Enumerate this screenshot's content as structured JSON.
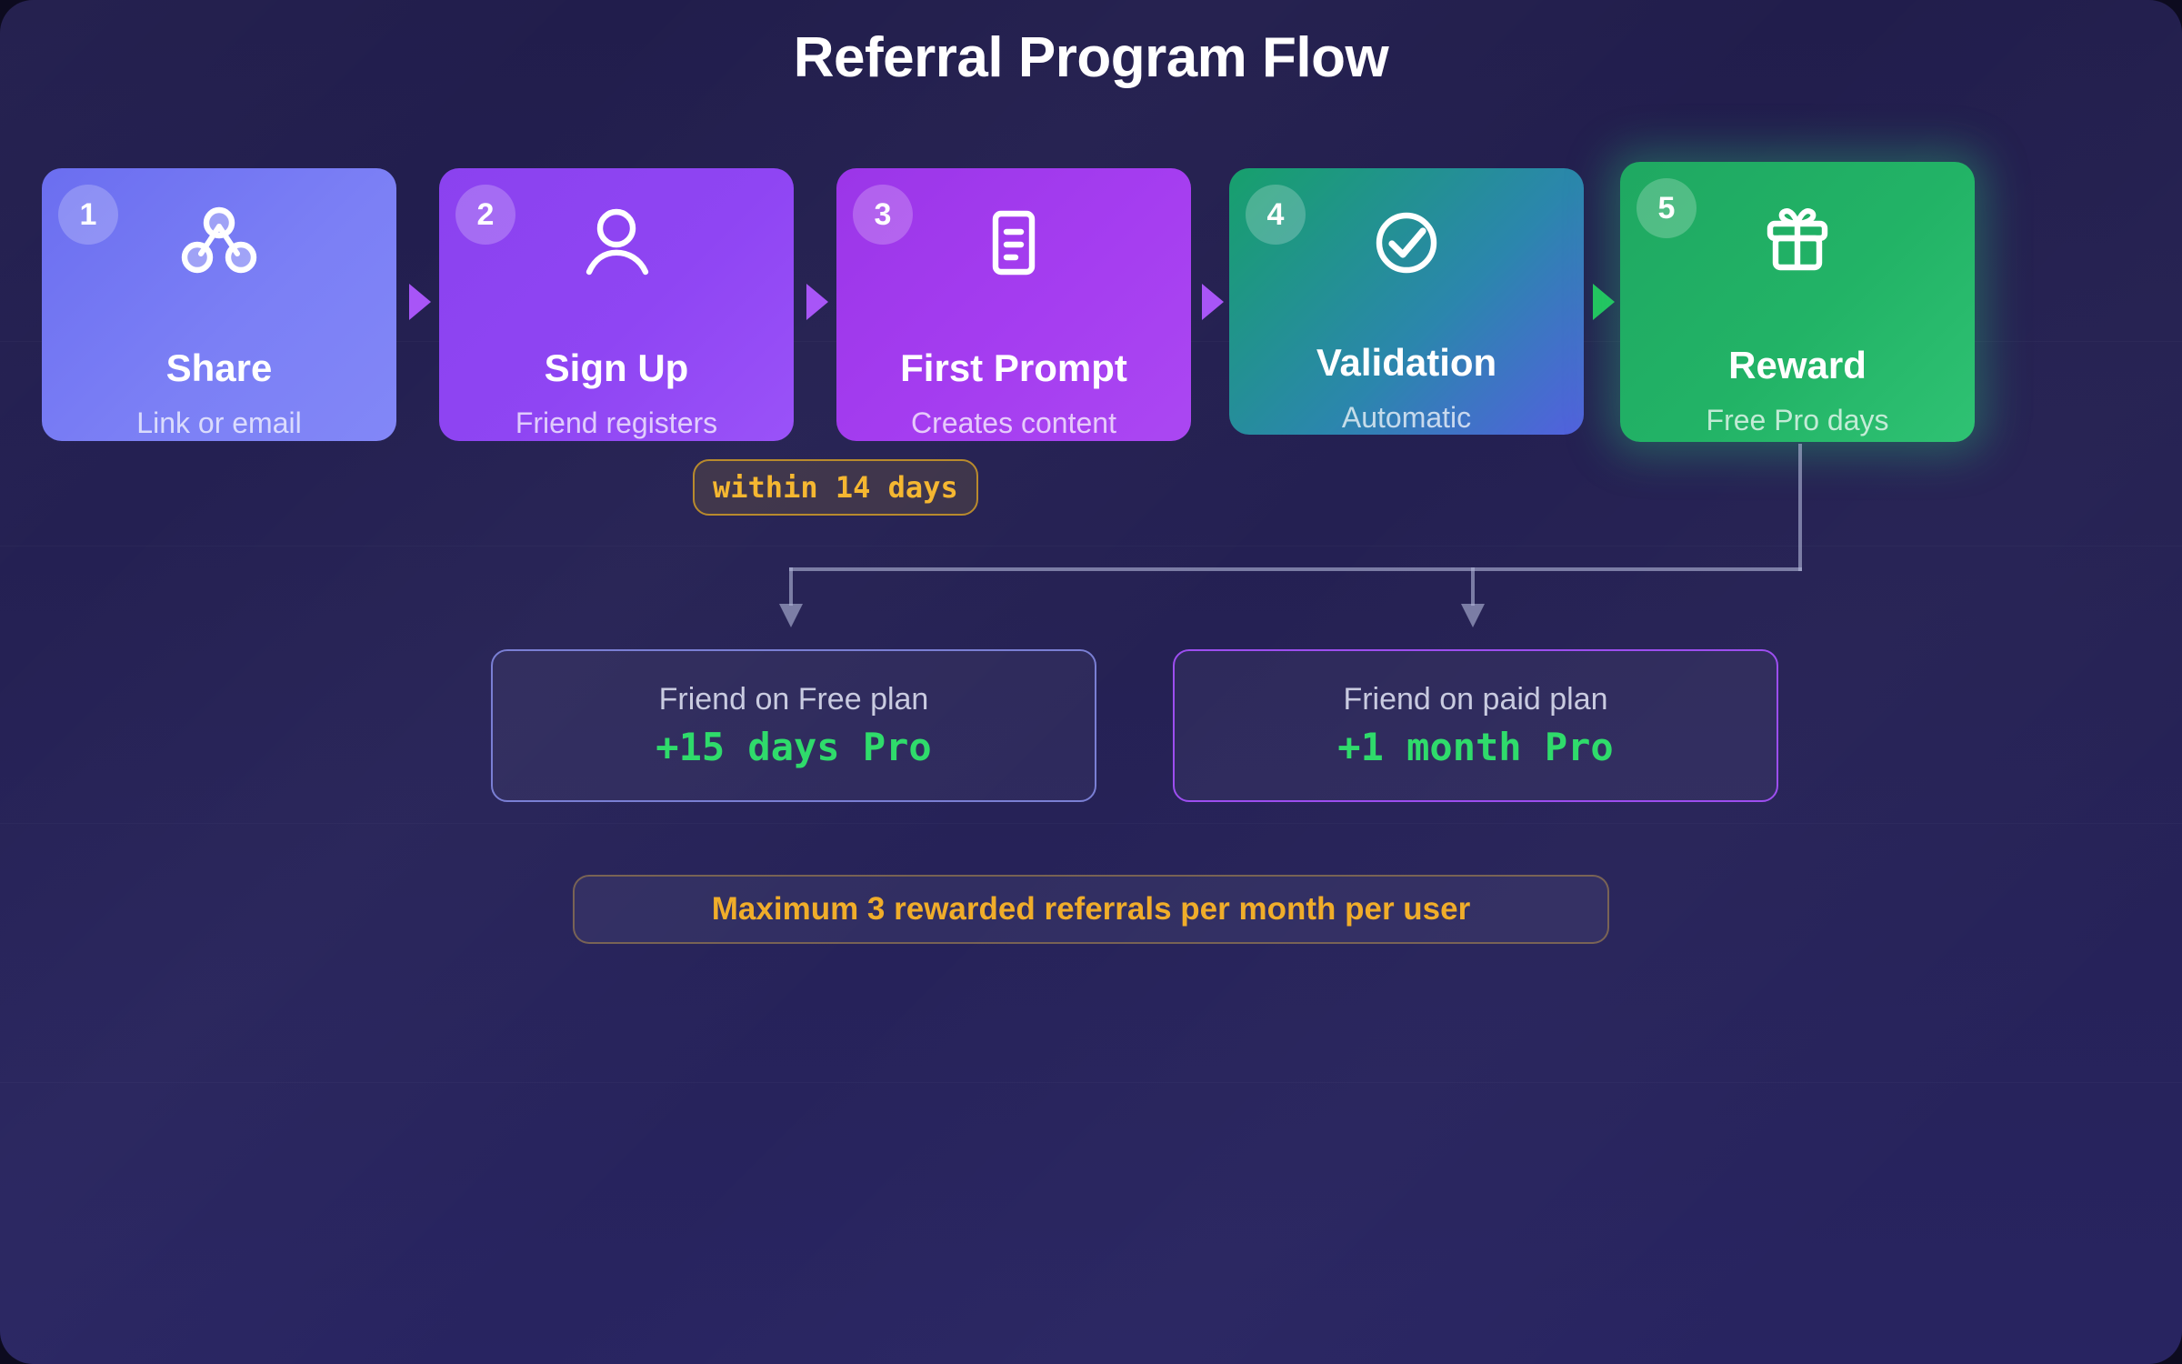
{
  "title": "Referral Program Flow",
  "theme": {
    "background": "#252154",
    "accent_purple": "#a855f7",
    "accent_green": "#22c55e",
    "accent_amber": "#f5b731",
    "value_green": "#2fdb6b"
  },
  "steps": [
    {
      "number": "1",
      "title": "Share",
      "subtitle": "Link or email",
      "icon": "share-nodes-icon",
      "color": "#7b7ff5"
    },
    {
      "number": "2",
      "title": "Sign Up",
      "subtitle": "Friend registers",
      "icon": "user-icon",
      "color": "#8f45f3"
    },
    {
      "number": "3",
      "title": "First Prompt",
      "subtitle": "Creates content",
      "icon": "document-icon",
      "color": "#a53df0"
    },
    {
      "number": "4",
      "title": "Validation",
      "subtitle": "Automatic",
      "icon": "check-circle-icon",
      "color": "#2b86ad"
    },
    {
      "number": "5",
      "title": "Reward",
      "subtitle": "Free Pro days",
      "icon": "gift-icon",
      "color": "#22b366"
    }
  ],
  "timing_badge": {
    "label": "within 14 days"
  },
  "outcomes": [
    {
      "label": "Friend on Free plan",
      "value": "+15 days Pro",
      "border_color": "#7a7fd4"
    },
    {
      "label": "Friend on paid plan",
      "value": "+1 month Pro",
      "border_color": "#9d4ef0"
    }
  ],
  "note": {
    "text": "Maximum 3 rewarded referrals per month per user"
  }
}
